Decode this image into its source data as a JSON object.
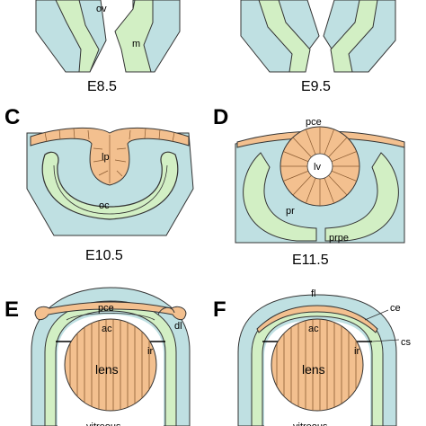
{
  "colors": {
    "mesenchyme": "#bfe0e2",
    "neural": "#d2efc4",
    "lens": "#f3c08f",
    "outline": "#333333",
    "lens_stripe": "#a8784f"
  },
  "panels": {
    "A": {
      "letter": "",
      "stage": "E8.5",
      "labels": {
        "ov": "ov",
        "m": "m"
      }
    },
    "B": {
      "letter": "",
      "stage": "E9.5"
    },
    "C": {
      "letter": "C",
      "stage": "E10.5",
      "labels": {
        "lp": "lp",
        "oc": "oc"
      }
    },
    "D": {
      "letter": "D",
      "stage": "E11.5",
      "labels": {
        "pce": "pce",
        "lv": "lv",
        "pr": "pr",
        "prpe": "prpe"
      }
    },
    "E": {
      "letter": "E",
      "labels": {
        "pce": "pce",
        "ac": "ac",
        "dl": "dl",
        "ir": "ir",
        "lens": "lens",
        "vitreous": "vitreous"
      }
    },
    "F": {
      "letter": "F",
      "labels": {
        "fl": "fl",
        "ce": "ce",
        "ac": "ac",
        "ir": "ir",
        "cs": "cs",
        "lens": "lens",
        "vitreous": "vitreous"
      }
    }
  }
}
